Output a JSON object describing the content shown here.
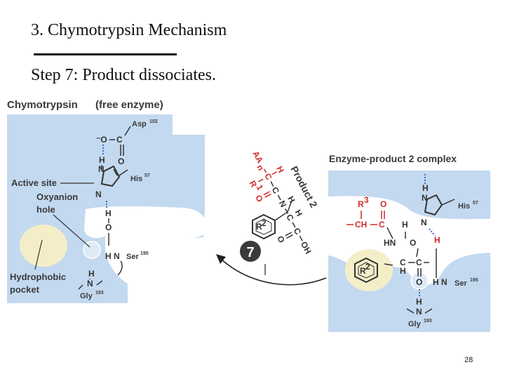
{
  "slide": {
    "title": "3. Chymotrypsin Mechanism",
    "step": "Step 7: Product dissociates.",
    "page_number": "28"
  },
  "left_panel": {
    "title": "Chymotrypsin",
    "subtitle": "(free enzyme)",
    "asp": "Asp",
    "asp_num": "102",
    "his": "His",
    "his_num": "57",
    "active_site": "Active site",
    "oxyanion": "Oxyanion",
    "hole": "hole",
    "ser": "Ser",
    "ser_num": "195",
    "hydrophobic": "Hydrophobic",
    "pocket": "pocket",
    "gly": "Gly",
    "gly_num": "193"
  },
  "product": {
    "label": "Product 2",
    "aa": "AA",
    "n_label": "n",
    "r_label": "R",
    "r_sup": "1",
    "ring_label": "R",
    "ring_sup": "2",
    "oh": "OH"
  },
  "step_badge": "7",
  "right_panel": {
    "title": "Enzyme-product 2 complex",
    "his": "His",
    "his_num": "57",
    "r3": "R",
    "r3_sup": "3",
    "ch": "CH",
    "ring_label": "R",
    "ring_sup": "2",
    "ser": "Ser",
    "ser_num": "195",
    "gly": "Gly",
    "gly_num": "193"
  },
  "colors": {
    "enzyme_blue": "#c3d9f0",
    "enzyme_blue_dark": "#a9c6e6",
    "pocket_yellow": "#f4eec8",
    "accent_red": "#d12a2a",
    "hbond_blue": "#3f6fc4",
    "badge_dark": "#3b3b3b"
  }
}
